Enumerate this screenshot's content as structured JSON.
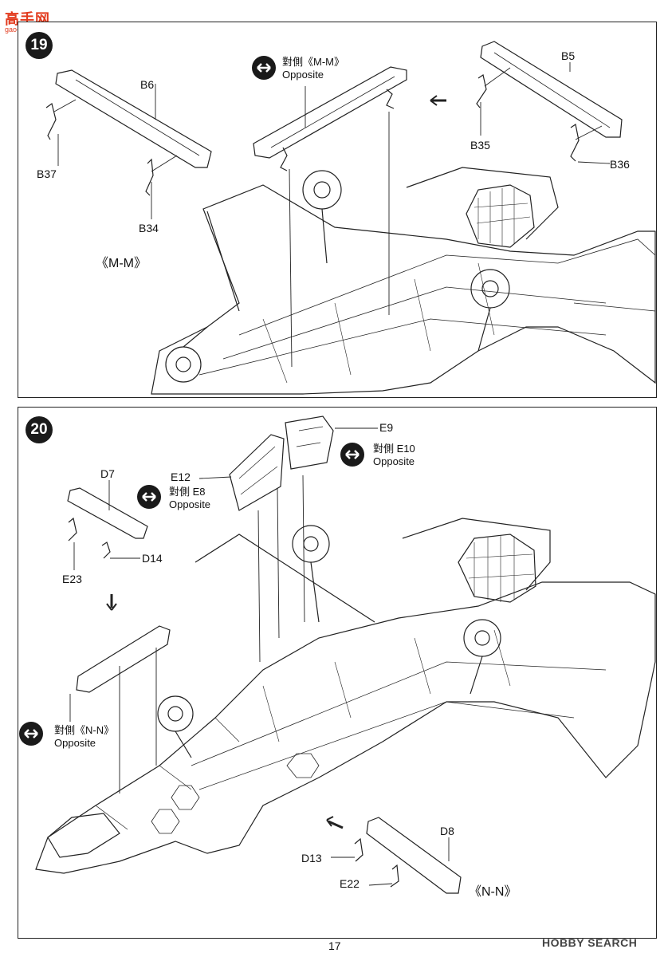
{
  "watermark": {
    "text": "高手网",
    "url": "gao-shou.com"
  },
  "steps": [
    {
      "number": "19",
      "callouts": [
        {
          "id": "b6",
          "text": "B6"
        },
        {
          "id": "b37",
          "text": "B37"
        },
        {
          "id": "b34",
          "text": "B34"
        },
        {
          "id": "b5",
          "text": "B5"
        },
        {
          "id": "b35",
          "text": "B35"
        },
        {
          "id": "b36",
          "text": "B36"
        }
      ],
      "opposite": {
        "cn": "對側《M-M》",
        "en": "Opposite"
      },
      "section_label": "《M-M》"
    },
    {
      "number": "20",
      "callouts": [
        {
          "id": "e9",
          "text": "E9"
        },
        {
          "id": "e12",
          "text": "E12"
        },
        {
          "id": "d7",
          "text": "D7"
        },
        {
          "id": "d14",
          "text": "D14"
        },
        {
          "id": "e23",
          "text": "E23"
        },
        {
          "id": "d8",
          "text": "D8"
        },
        {
          "id": "d13",
          "text": "D13"
        },
        {
          "id": "e22",
          "text": "E22"
        }
      ],
      "opposite_e10": {
        "cn": "對側 E10",
        "en": "Opposite"
      },
      "opposite_e8": {
        "cn": "對側 E8",
        "en": "Opposite"
      },
      "opposite_nn": {
        "cn": "對側《N-N》",
        "en": "Opposite"
      },
      "section_label": "《N-N》"
    }
  ],
  "page_number": "17",
  "footer_brand": "HOBBY SEARCH"
}
